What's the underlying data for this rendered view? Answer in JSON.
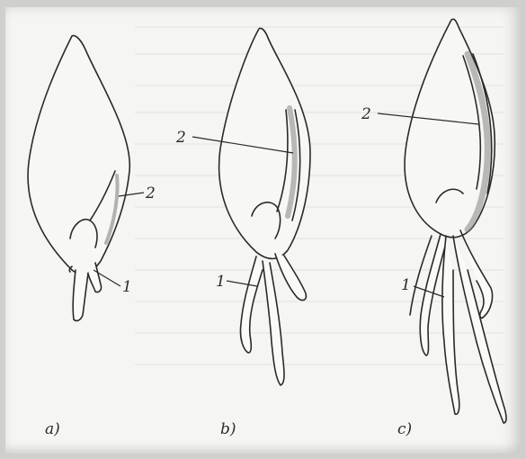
{
  "figure": {
    "panels": [
      {
        "id": "a",
        "caption": "a)",
        "labels": {
          "root": "1",
          "coleoptile": "2"
        }
      },
      {
        "id": "b",
        "caption": "b)",
        "labels": {
          "root": "1",
          "coleoptile": "2"
        }
      },
      {
        "id": "c",
        "caption": "c)",
        "labels": {
          "root": "1",
          "coleoptile": "2"
        }
      }
    ]
  },
  "colors": {
    "background": "#cfcfcd",
    "paper": "#f5f5f1",
    "ink": "#2a2a2a",
    "shade": "#9a9a98"
  }
}
